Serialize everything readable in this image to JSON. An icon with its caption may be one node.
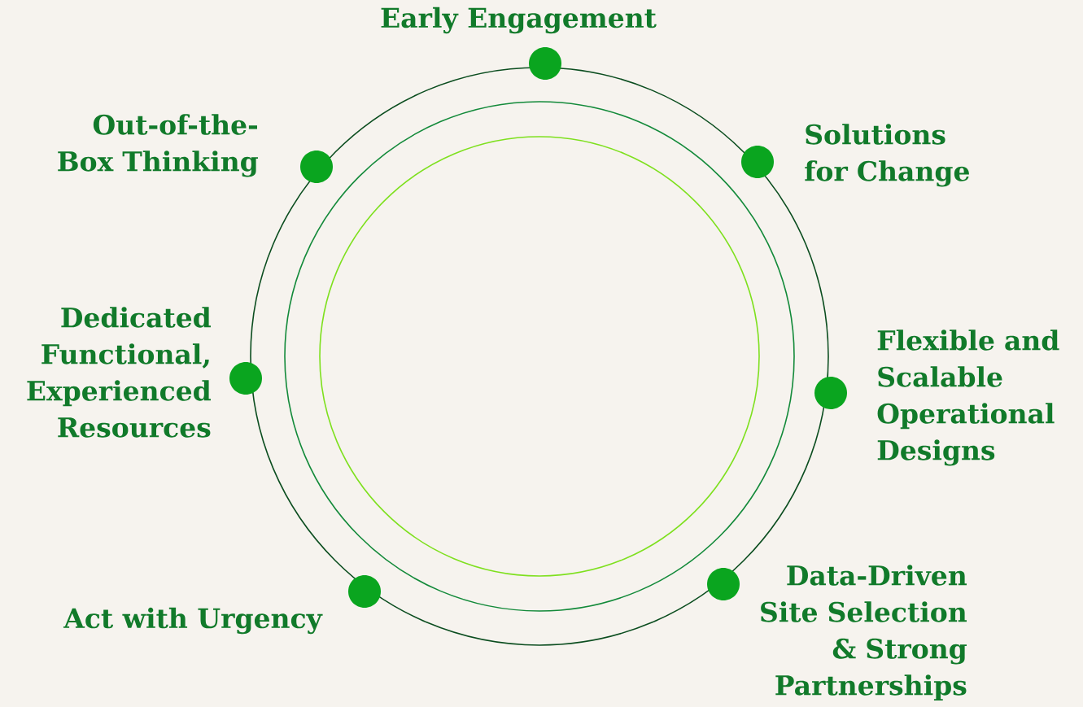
{
  "diagram": {
    "nodes": [
      {
        "text": [
          "Early Engagement"
        ]
      },
      {
        "text": [
          "Solutions for Change"
        ]
      },
      {
        "text": [
          "Flexible and Scalable Operational Designs"
        ]
      },
      {
        "text": [
          "Data-Driven Site Selection & Strong Partnerships"
        ]
      },
      {
        "text": [
          "Act with Urgency"
        ]
      },
      {
        "text": [
          "Dedicated Functional, Experienced Resources"
        ]
      },
      {
        "text": [
          "Out-of-the-Box Thinking"
        ]
      }
    ]
  }
}
